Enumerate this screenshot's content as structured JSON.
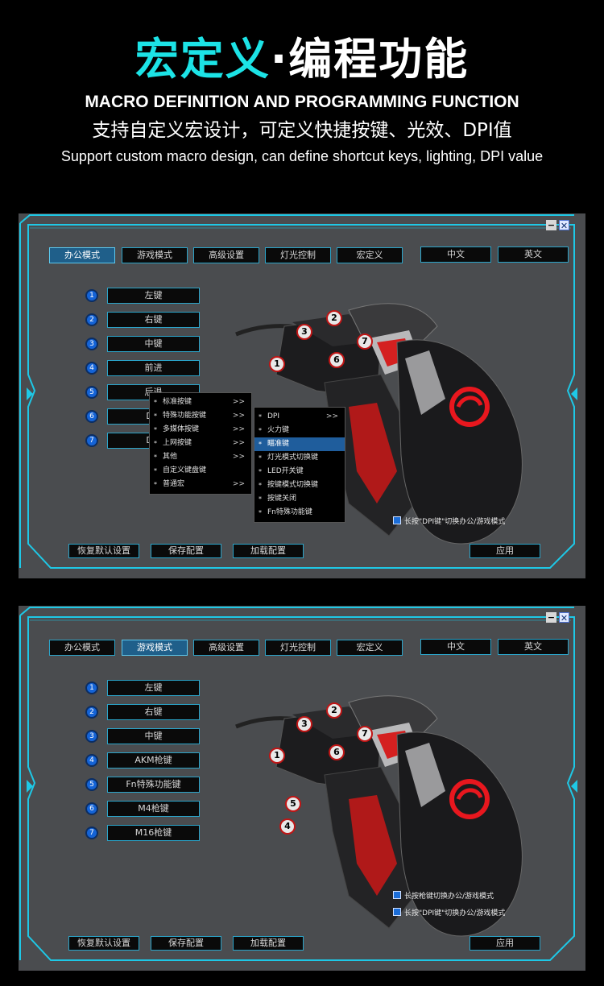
{
  "header": {
    "title_cyan": "宏定义",
    "title_dot": "·",
    "title_white": "编程功能",
    "subtitle_en": "MACRO DEFINITION AND PROGRAMMING FUNCTION",
    "desc_cn": "支持自定义宏设计，可定义快捷按键、光效、DPI值",
    "desc_en": "Support custom macro design, can define shortcut keys, lighting, DPI value"
  },
  "colors": {
    "accent": "#1ce3e6",
    "frame": "#1ec8e6",
    "panel": "#4a4c4f",
    "selection": "#1f5d9c",
    "logo_red": "#e8171e"
  },
  "window": {
    "minimize_icon": "minimize-icon",
    "close_icon": "close-icon",
    "minimize_glyph": "−",
    "close_glyph": "✕"
  },
  "tabs": [
    "办公模式",
    "游戏模式",
    "高级设置",
    "灯光控制",
    "宏定义"
  ],
  "languages": [
    "中文",
    "英文"
  ],
  "actions": {
    "reset": "恢复默认设置",
    "save": "保存配置",
    "load": "加载配置",
    "apply": "应用"
  },
  "panel1": {
    "active_tab": "办公模式",
    "keys": [
      {
        "num": "1",
        "label": "左键"
      },
      {
        "num": "2",
        "label": "右键"
      },
      {
        "num": "3",
        "label": "中键"
      },
      {
        "num": "4",
        "label": "前进"
      },
      {
        "num": "5",
        "label": "后退"
      },
      {
        "num": "6",
        "label": "DPI"
      },
      {
        "num": "7",
        "label": "DPI"
      }
    ],
    "menu_main": [
      {
        "label": "标准按键",
        "arrow": ">>"
      },
      {
        "label": "特殊功能按键",
        "arrow": ">>"
      },
      {
        "label": "多媒体按键",
        "arrow": ">>"
      },
      {
        "label": "上网按键",
        "arrow": ">>"
      },
      {
        "label": "其他",
        "arrow": ">>"
      },
      {
        "label": "自定义键盘键",
        "arrow": ""
      },
      {
        "label": "普通宏",
        "arrow": ">>"
      }
    ],
    "menu_sub": [
      {
        "label": "DPI",
        "arrow": ">>"
      },
      {
        "label": "火力键",
        "arrow": ""
      },
      {
        "label": "瞄准键",
        "arrow": "",
        "selected": true
      },
      {
        "label": "灯光模式切换键",
        "arrow": ""
      },
      {
        "label": "LED开关键",
        "arrow": ""
      },
      {
        "label": "按键模式切换键",
        "arrow": ""
      },
      {
        "label": "按键关闭",
        "arrow": ""
      },
      {
        "label": "Fn特殊功能键",
        "arrow": ""
      }
    ],
    "options": [
      "长按\"DPI键\"切换办公/游戏模式"
    ]
  },
  "panel2": {
    "active_tab": "游戏模式",
    "keys": [
      {
        "num": "1",
        "label": "左键"
      },
      {
        "num": "2",
        "label": "右键"
      },
      {
        "num": "3",
        "label": "中键"
      },
      {
        "num": "4",
        "label": "AKM枪键"
      },
      {
        "num": "5",
        "label": "Fn特殊功能键"
      },
      {
        "num": "6",
        "label": "M4枪键"
      },
      {
        "num": "7",
        "label": "M16枪键"
      }
    ],
    "options": [
      "长按枪键切换办公/游戏模式",
      "长按\"DPI键\"切换办公/游戏模式"
    ]
  },
  "callouts": [
    "1",
    "2",
    "3",
    "4",
    "5",
    "6",
    "7"
  ],
  "menu_star": "*"
}
